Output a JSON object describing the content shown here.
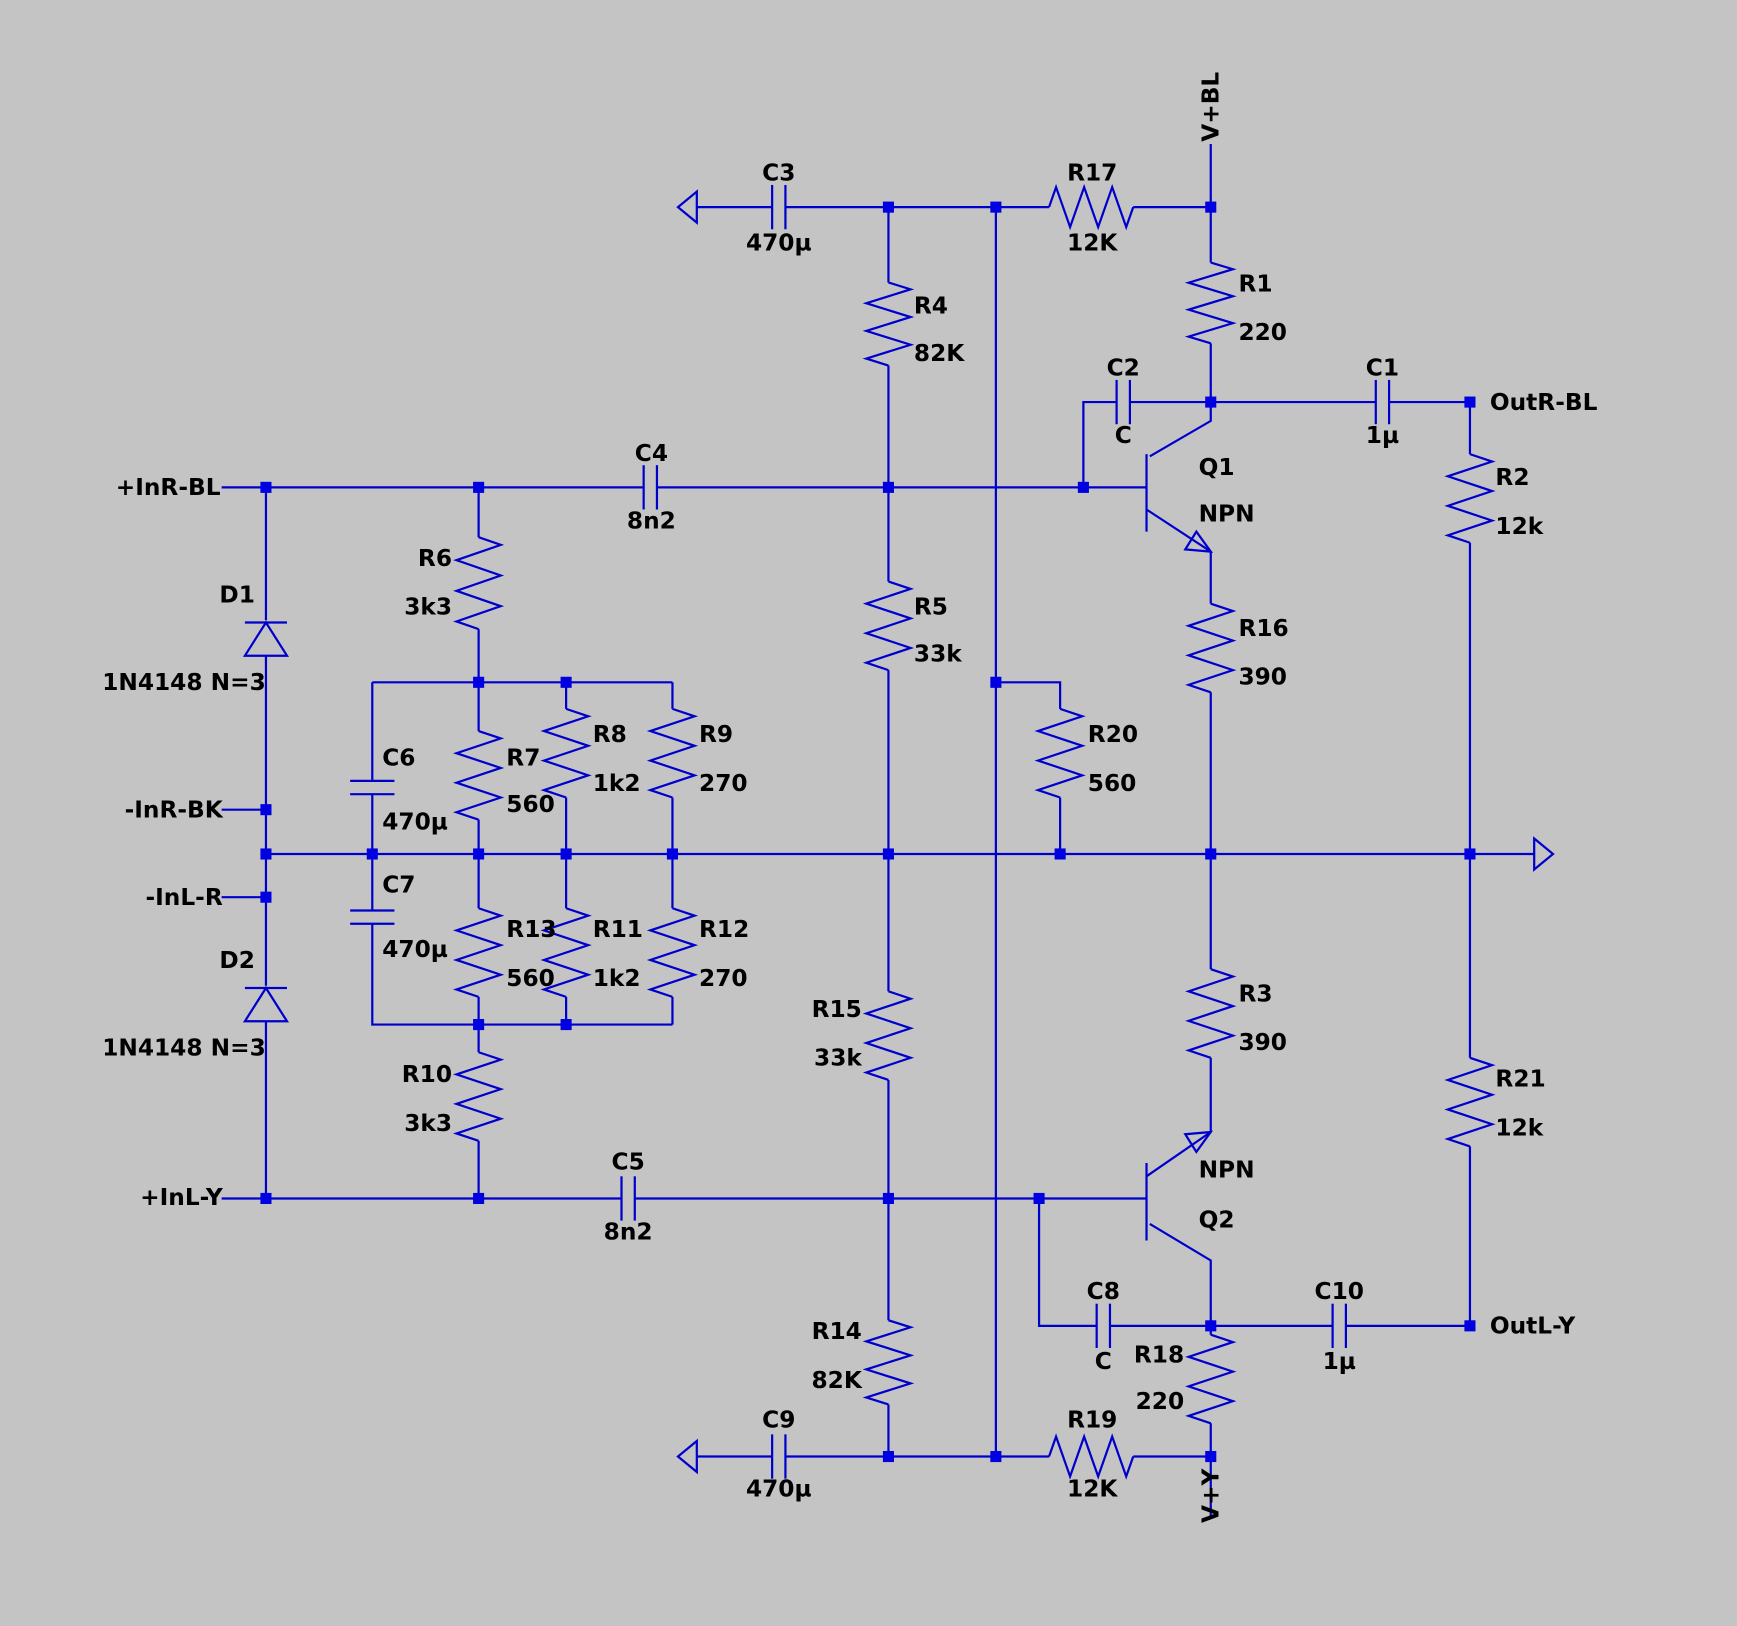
{
  "background": "#c4c4c4",
  "wire_color": "#0000cc",
  "components": {
    "C1": {
      "name": "C1",
      "value": "1µ"
    },
    "C2": {
      "name": "C2",
      "value": "C"
    },
    "C3": {
      "name": "C3",
      "value": "470µ"
    },
    "C4": {
      "name": "C4",
      "value": "8n2"
    },
    "C5": {
      "name": "C5",
      "value": "8n2"
    },
    "C6": {
      "name": "C6",
      "value": "470µ"
    },
    "C7": {
      "name": "C7",
      "value": "470µ"
    },
    "C8": {
      "name": "C8",
      "value": "C"
    },
    "C9": {
      "name": "C9",
      "value": "470µ"
    },
    "C10": {
      "name": "C10",
      "value": "1µ"
    },
    "R1": {
      "name": "R1",
      "value": "220"
    },
    "R2": {
      "name": "R2",
      "value": "12k"
    },
    "R3": {
      "name": "R3",
      "value": "390"
    },
    "R4": {
      "name": "R4",
      "value": "82K"
    },
    "R5": {
      "name": "R5",
      "value": "33k"
    },
    "R6": {
      "name": "R6",
      "value": "3k3"
    },
    "R7": {
      "name": "R7",
      "value": "560"
    },
    "R8": {
      "name": "R8",
      "value": "1k2"
    },
    "R9": {
      "name": "R9",
      "value": "270"
    },
    "R10": {
      "name": "R10",
      "value": "3k3"
    },
    "R11": {
      "name": "R11",
      "value": "1k2"
    },
    "R12": {
      "name": "R12",
      "value": "270"
    },
    "R13": {
      "name": "R13",
      "value": "560"
    },
    "R14": {
      "name": "R14",
      "value": "82K"
    },
    "R15": {
      "name": "R15",
      "value": "33k"
    },
    "R16": {
      "name": "R16",
      "value": "390"
    },
    "R17": {
      "name": "R17",
      "value": "12K"
    },
    "R18": {
      "name": "R18",
      "value": "220"
    },
    "R19": {
      "name": "R19",
      "value": "12K"
    },
    "R20": {
      "name": "R20",
      "value": "560"
    },
    "R21": {
      "name": "R21",
      "value": "12k"
    },
    "D1": {
      "name": "D1",
      "value": "1N4148 N=3"
    },
    "D2": {
      "name": "D2",
      "value": "1N4148 N=3"
    },
    "Q1": {
      "name": "Q1",
      "value": "NPN"
    },
    "Q2": {
      "name": "Q2",
      "value": "NPN"
    }
  },
  "nets": {
    "in_r_bl": "+InR-BL",
    "in_r_bk": "-InR-BK",
    "in_l_r": "-InL-R",
    "in_l_y": "+InL-Y",
    "out_r_bl": "OutR-BL",
    "out_l_y": "OutL-Y",
    "v_plus_bl": "V+BL",
    "v_plus_y": "V+Y"
  }
}
